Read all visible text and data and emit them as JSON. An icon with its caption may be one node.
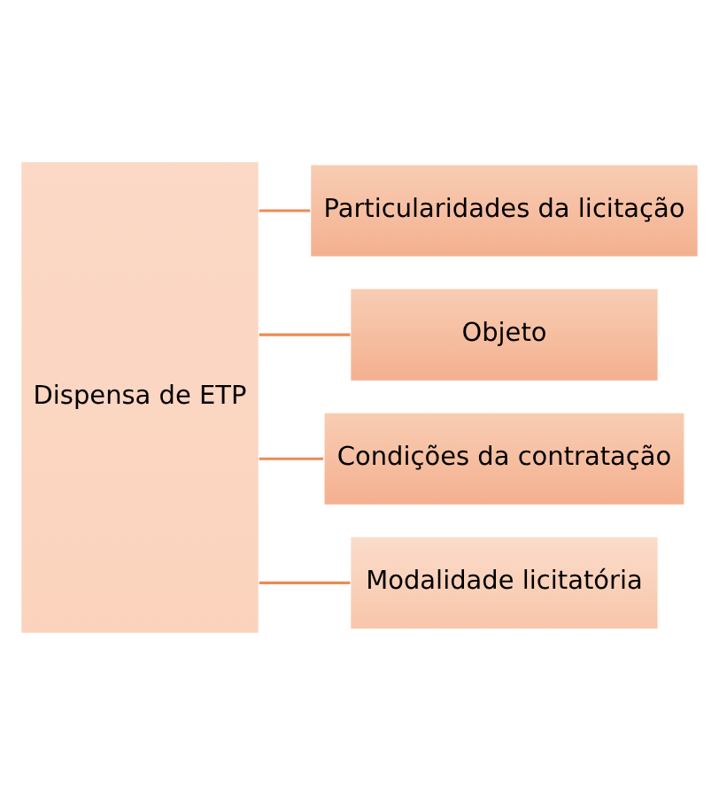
{
  "diagram": {
    "nodes": [
      {
        "text": [
          "Dispensa de ETP"
        ]
      },
      {
        "text": [
          "Particularidades da licitação"
        ]
      },
      {
        "text": [
          "Objeto"
        ]
      },
      {
        "text": [
          "Condições da contratação"
        ]
      },
      {
        "text": [
          "Modalidade licitatória"
        ]
      }
    ],
    "edges": [
      {
        "from": 0,
        "to": 1,
        "arrow": "none"
      },
      {
        "from": 0,
        "to": 2,
        "arrow": "none"
      },
      {
        "from": 0,
        "to": 3,
        "arrow": "none"
      },
      {
        "from": 0,
        "to": 4,
        "arrow": "none"
      }
    ]
  }
}
